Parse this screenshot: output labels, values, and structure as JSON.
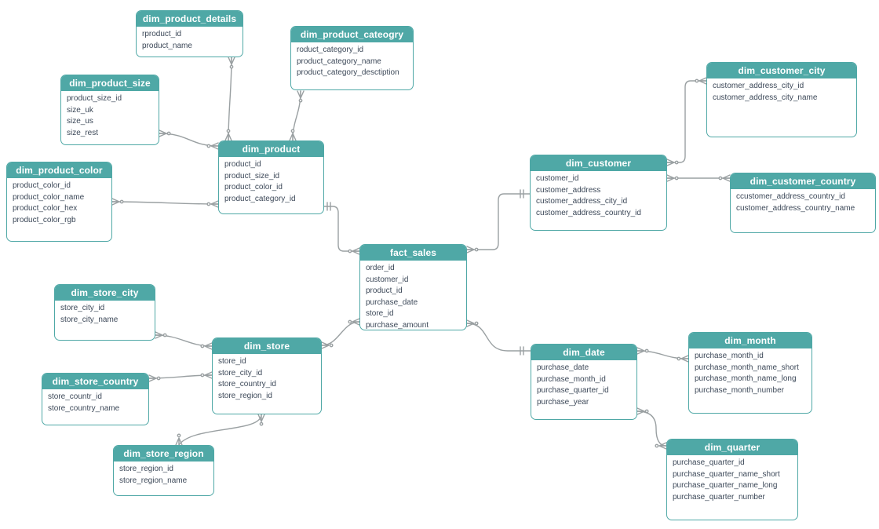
{
  "diagram": {
    "type": "entity-relationship",
    "fact_table": "fact_sales",
    "table_count": 16
  },
  "colors": {
    "table_accent": "#4FA8A6",
    "table_border": "#4FA8A6",
    "header_text": "#ffffff",
    "row_text": "#3c4858",
    "connector": "#9aa0a2",
    "background": "#ffffff"
  },
  "tables": [
    {
      "name": "dim_product_details",
      "columns": [
        "rproduct_id",
        "product_name"
      ]
    },
    {
      "name": "dim_product_cateogry",
      "columns": [
        "roduct_category_id",
        "product_category_name",
        "product_category_desctiption"
      ]
    },
    {
      "name": "dim_product_size",
      "columns": [
        "product_size_id",
        "size_uk",
        "size_us",
        "size_rest"
      ]
    },
    {
      "name": "dim_product_color",
      "columns": [
        "product_color_id",
        "product_color_name",
        "product_color_hex",
        "product_color_rgb"
      ]
    },
    {
      "name": "dim_product",
      "columns": [
        "product_id",
        "product_size_id",
        "product_color_id",
        "product_category_id"
      ]
    },
    {
      "name": "dim_customer",
      "columns": [
        "customer_id",
        "customer_address",
        "customer_address_city_id",
        "customer_address_country_id"
      ]
    },
    {
      "name": "dim_customer_city",
      "columns": [
        "customer_address_city_id",
        "customer_address_city_name"
      ]
    },
    {
      "name": "dim_customer_country",
      "columns": [
        "ccustomer_address_country_id",
        "customer_address_country_name"
      ]
    },
    {
      "name": "fact_sales",
      "columns": [
        "order_id",
        "customer_id",
        "product_id",
        "purchase_date",
        "store_id",
        "purchase_amount"
      ]
    },
    {
      "name": "dim_store_city",
      "columns": [
        "store_city_id",
        "store_city_name"
      ]
    },
    {
      "name": "dim_store",
      "columns": [
        "store_id",
        "store_city_id",
        "store_country_id",
        "store_region_id"
      ]
    },
    {
      "name": "dim_store_country",
      "columns": [
        "store_countr_id",
        "store_country_name"
      ]
    },
    {
      "name": "dim_store_region",
      "columns": [
        "store_region_id",
        "store_region_name"
      ]
    },
    {
      "name": "dim_date",
      "columns": [
        "purchase_date",
        "purchase_month_id",
        "purchase_quarter_id",
        "purchase_year"
      ]
    },
    {
      "name": "dim_month",
      "columns": [
        "purchase_month_id",
        "purchase_month_name_short",
        "purchase_month_name_long",
        "purchase_month_number"
      ]
    },
    {
      "name": "dim_quarter",
      "columns": [
        "purchase_quarter_id",
        "purchase_quarter_name_short",
        "purchase_quarter_name_long",
        "purchase_quarter_number"
      ]
    }
  ],
  "relationships": [
    {
      "from": "dim_product_details",
      "to": "dim_product",
      "from_end": "many",
      "to_end": "many"
    },
    {
      "from": "dim_product_cateogry",
      "to": "dim_product",
      "from_end": "many",
      "to_end": "many"
    },
    {
      "from": "dim_product_size",
      "to": "dim_product",
      "from_end": "many",
      "to_end": "many"
    },
    {
      "from": "dim_product_color",
      "to": "dim_product",
      "from_end": "many",
      "to_end": "many"
    },
    {
      "from": "dim_product",
      "to": "fact_sales",
      "from_end": "one",
      "to_end": "many"
    },
    {
      "from": "fact_sales",
      "to": "dim_customer",
      "from_end": "many",
      "to_end": "one"
    },
    {
      "from": "dim_customer",
      "to": "dim_customer_city",
      "from_end": "many",
      "to_end": "many"
    },
    {
      "from": "dim_customer",
      "to": "dim_customer_country",
      "from_end": "many",
      "to_end": "many"
    },
    {
      "from": "dim_store_city",
      "to": "dim_store",
      "from_end": "many",
      "to_end": "many"
    },
    {
      "from": "dim_store_country",
      "to": "dim_store",
      "from_end": "many",
      "to_end": "many"
    },
    {
      "from": "dim_store",
      "to": "dim_store_region",
      "from_end": "many",
      "to_end": "many"
    },
    {
      "from": "dim_store",
      "to": "fact_sales",
      "from_end": "many",
      "to_end": "many"
    },
    {
      "from": "fact_sales",
      "to": "dim_date",
      "from_end": "many",
      "to_end": "one"
    },
    {
      "from": "dim_date",
      "to": "dim_month",
      "from_end": "many",
      "to_end": "many"
    },
    {
      "from": "dim_date",
      "to": "dim_quarter",
      "from_end": "many",
      "to_end": "many"
    }
  ]
}
